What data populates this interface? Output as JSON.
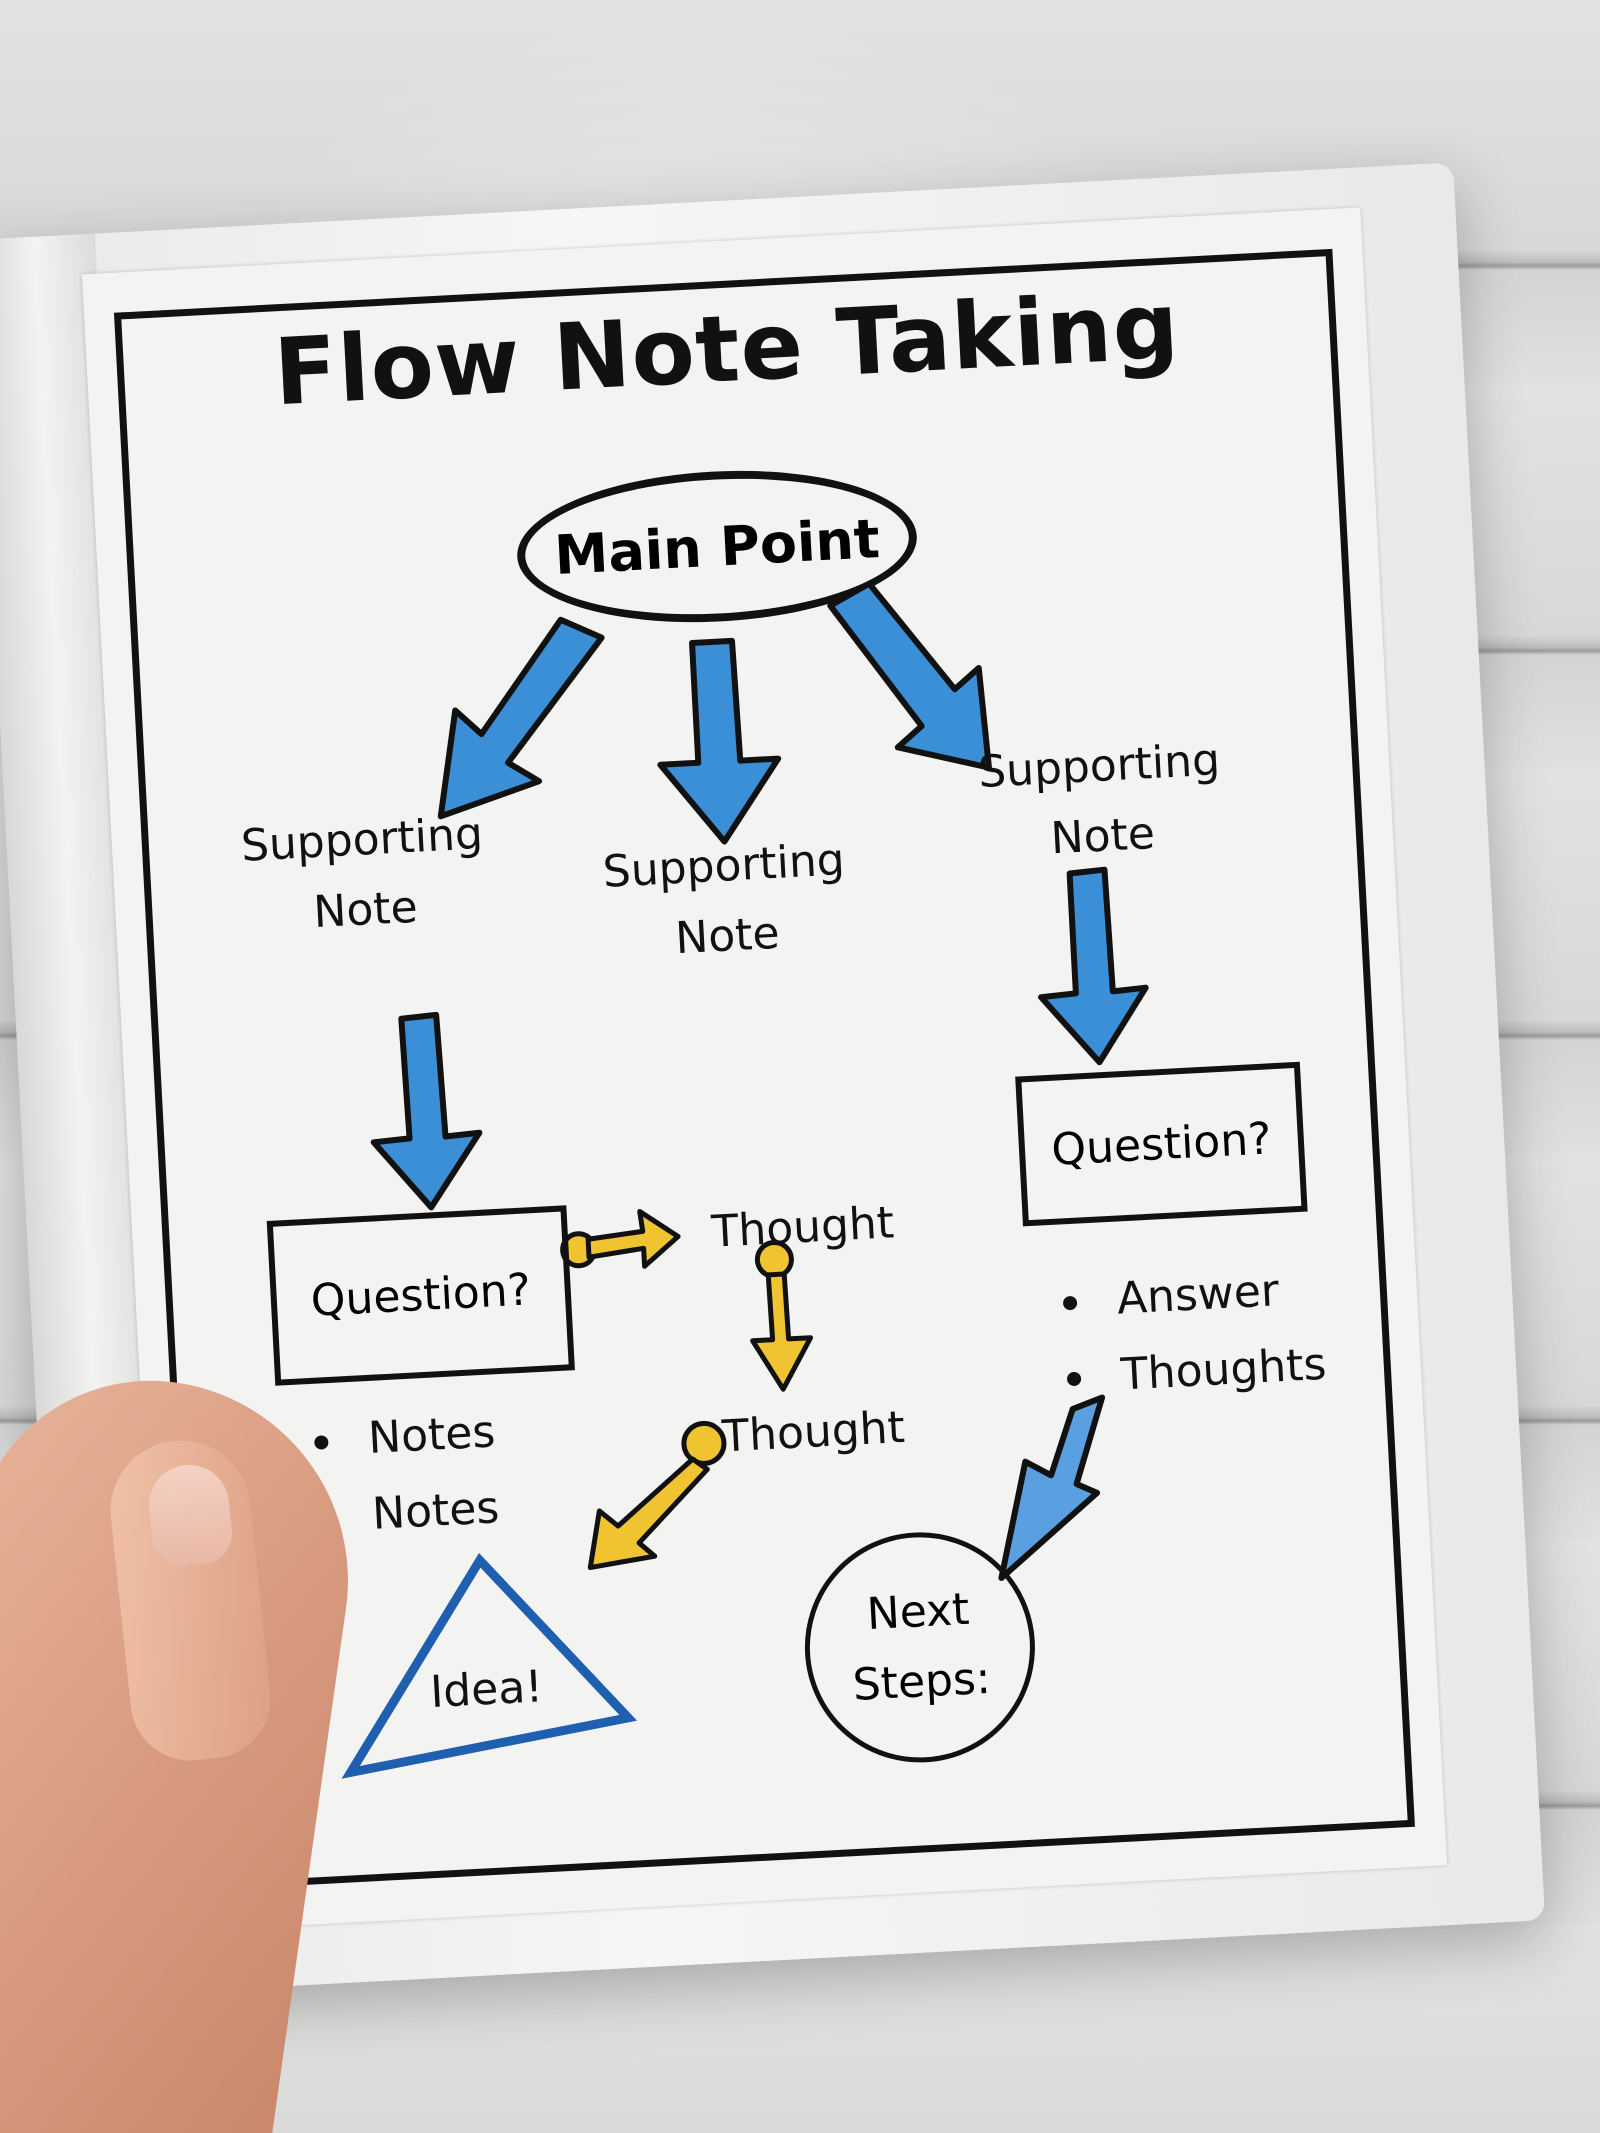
{
  "poster": {
    "title": "Flow Note Taking",
    "main_point": "Main Point",
    "supporting_notes": [
      {
        "line1": "Supporting",
        "line2": "Note"
      },
      {
        "line1": "Supporting",
        "line2": "Note"
      },
      {
        "line1": "Supporting",
        "line2": "Note"
      }
    ],
    "question_left": "Question?",
    "question_right": "Question?",
    "thought_top": "Thought",
    "thought_bottom": "Thought",
    "left_bullets": [
      "Notes",
      "Notes"
    ],
    "right_bullets": [
      "Answer",
      "Thoughts"
    ],
    "idea": "Idea!",
    "next_steps": {
      "line1": "Next",
      "line2": "Steps:"
    }
  },
  "colors": {
    "blue_arrow": "#3a8fd6",
    "yellow_arrow": "#f0c431",
    "triangle_stroke": "#1f5fb0",
    "outline": "#111111",
    "paper": "#f3f4f2"
  }
}
